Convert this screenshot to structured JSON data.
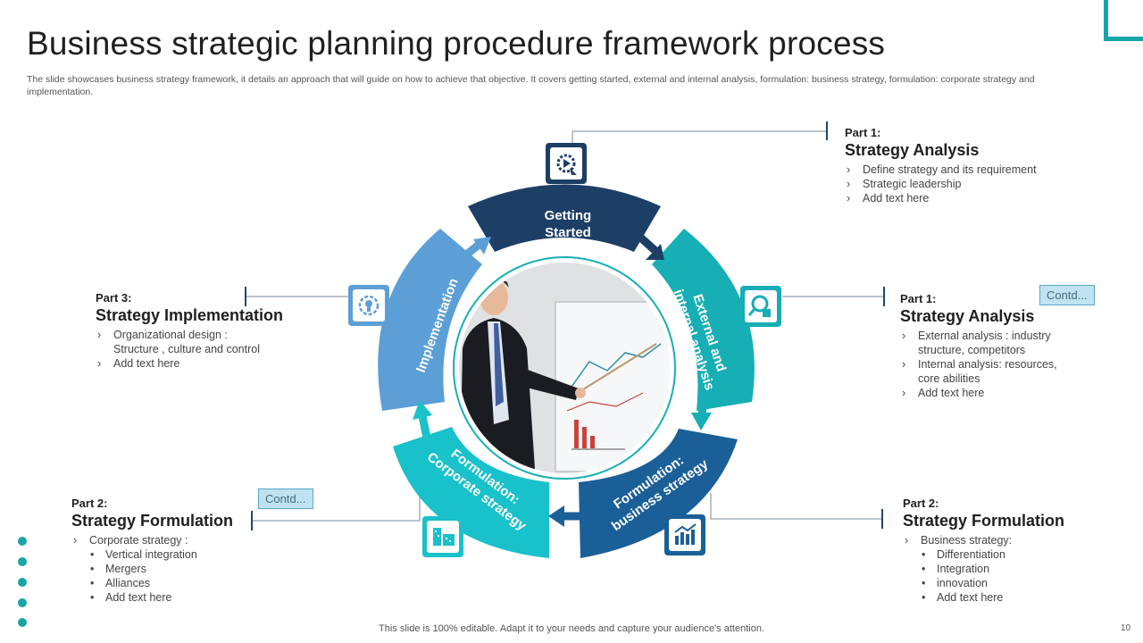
{
  "title": "Business strategic planning procedure framework process",
  "subtitle": "The slide showcases business strategy framework, it details an approach that will guide on how to achieve that objective. It covers getting started, external and internal analysis, formulation: business strategy, formulation: corporate strategy and implementation.",
  "colors": {
    "accent": "#17a5a8",
    "navy": "#1d3f66",
    "blue": "#1b5f98",
    "lightblue": "#5b9fd6",
    "teal": "#17aeb5",
    "cyan": "#19c1ca"
  },
  "segments": {
    "getting_started": [
      "Getting",
      "Started"
    ],
    "external_internal": [
      "External and",
      "internal analysis"
    ],
    "business_strategy": [
      "Formulation:",
      "business strategy"
    ],
    "corporate_strategy": [
      "Formulation:",
      "Corporate strategy"
    ],
    "implementation": "Implementation"
  },
  "icons": {
    "top": "play-gear-icon",
    "right": "search-gear-icon",
    "bottom_right": "growth-chart-icon",
    "bottom_left": "buildings-icon",
    "left": "lightbulb-icon"
  },
  "part1_top": {
    "part": "Part 1:",
    "heading": "Strategy Analysis",
    "items": [
      "Define  strategy and its requirement",
      "Strategic leadership",
      "Add text here"
    ]
  },
  "part1_right": {
    "part": "Part 1:",
    "heading": "Strategy Analysis",
    "items": [
      "External analysis : industry structure, competitors",
      "Internal  analysis: resources, core abilities",
      "Add text here"
    ],
    "contd": "Contd..."
  },
  "part2_right": {
    "part": "Part 2:",
    "heading": "Strategy Formulation",
    "lead": "Business strategy:",
    "items": [
      "Differentiation",
      "Integration",
      "innovation",
      "Add text here"
    ]
  },
  "part2_left": {
    "part": "Part 2:",
    "heading": "Strategy Formulation",
    "lead": "Corporate  strategy :",
    "items": [
      "Vertical integration",
      "Mergers",
      "Alliances",
      "Add text here"
    ],
    "contd": "Contd..."
  },
  "part3_left": {
    "part": "Part 3:",
    "heading": "Strategy Implementation",
    "items": [
      "Organizational  design :  Structure , culture and control",
      "Add text here"
    ]
  },
  "footer": "This slide is 100% editable. Adapt it to your needs and capture your audience's attention.",
  "page_number": "10"
}
